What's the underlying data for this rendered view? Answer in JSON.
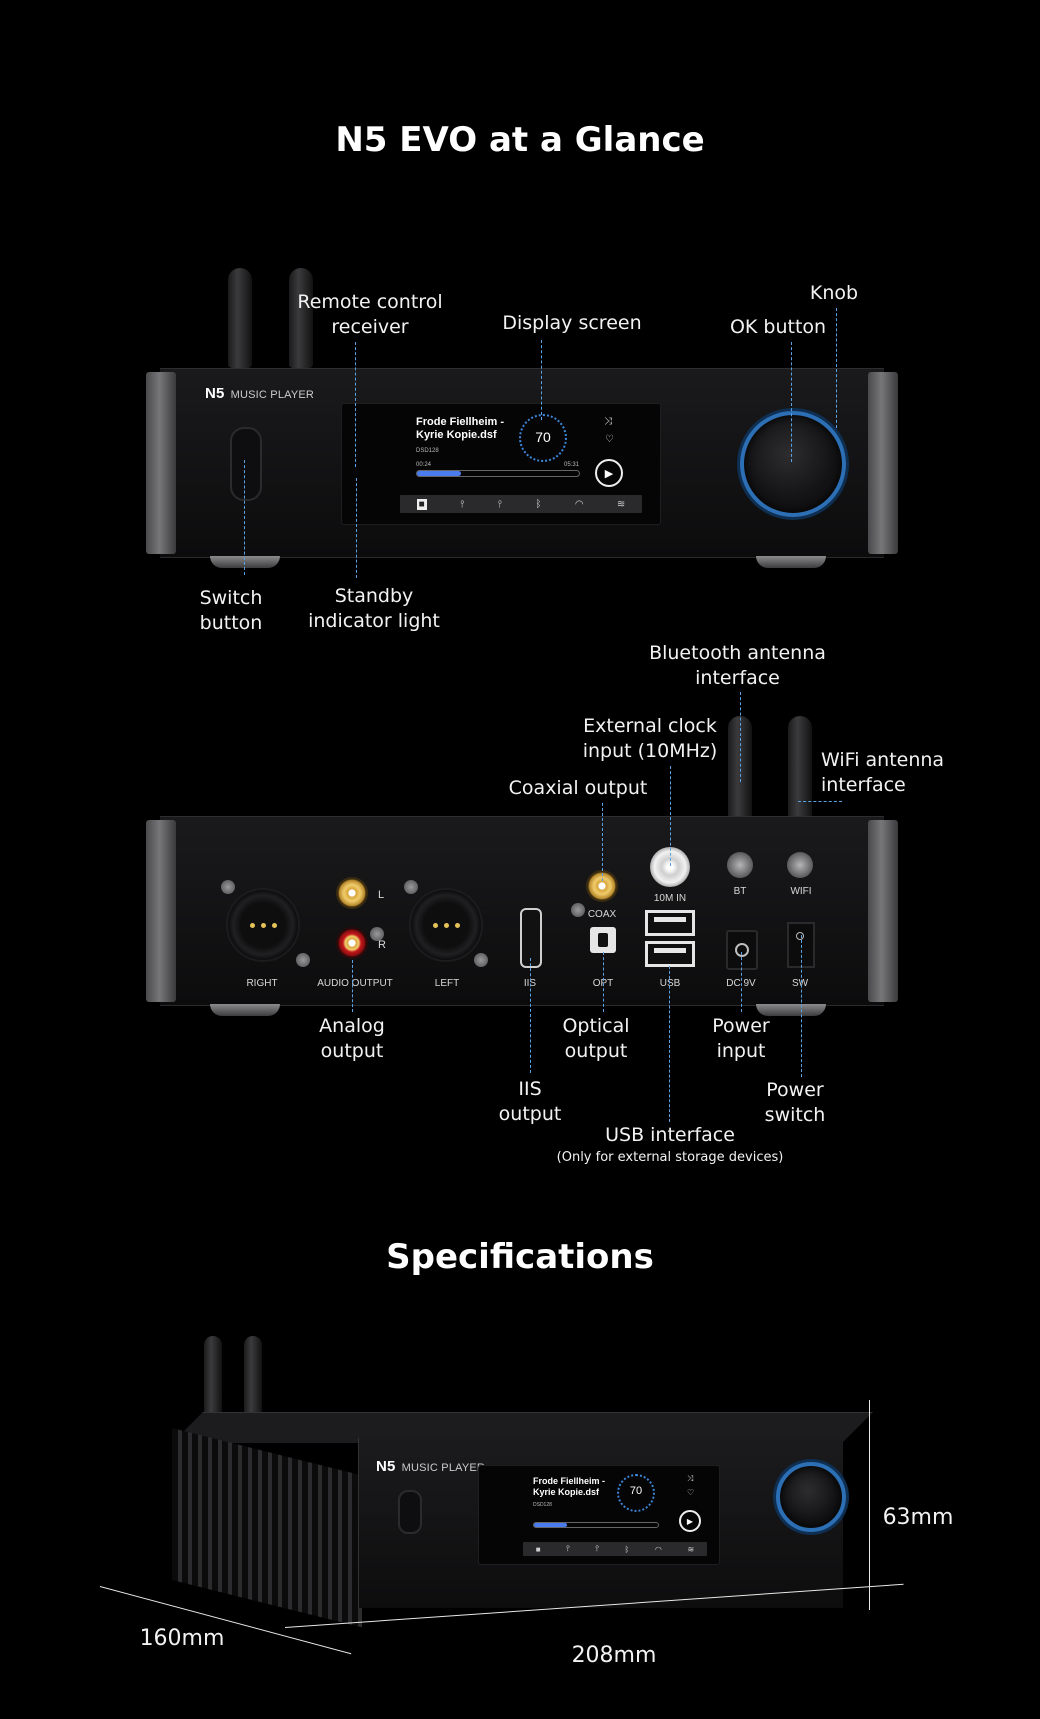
{
  "sections": {
    "glance_title": "N5 EVO at a Glance",
    "specs_title": "Specifications"
  },
  "device": {
    "model": "N5",
    "subtitle": "MUSIC PLAYER"
  },
  "screen": {
    "track_line1": "Frode Fiellheim -",
    "track_line2": "Kyrie Kopie.dsf",
    "format": "DSD128",
    "volume": "70",
    "time_elapsed": "00:24",
    "time_total": "05:31",
    "progress": 0.27
  },
  "front_labels": {
    "remote_line1": "Remote control",
    "remote_line2": "receiver",
    "display": "Display screen",
    "knob": "Knob",
    "ok": "OK button",
    "switch_line1": "Switch",
    "switch_line2": "button",
    "standby_line1": "Standby",
    "standby_line2": "indicator light"
  },
  "rear_ports": {
    "right": "RIGHT",
    "audio_output": "AUDIO OUTPUT",
    "left": "LEFT",
    "l": "L",
    "r": "R",
    "iis": "IIS",
    "coax": "COAX",
    "opt": "OPT",
    "usb": "USB",
    "ten_m_in": "10M IN",
    "dc": "DC 9V",
    "sw": "SW",
    "bt": "BT",
    "wifi": "WIFI"
  },
  "rear_labels": {
    "bt_line1": "Bluetooth antenna",
    "bt_line2": "interface",
    "clock_line1": "External clock",
    "clock_line2": "input (10MHz)",
    "wifi_line1": "WiFi antenna",
    "wifi_line2": "interface",
    "coaxial": "Coaxial output",
    "analog_line1": "Analog",
    "analog_line2": "output",
    "optical_line1": "Optical",
    "optical_line2": "output",
    "power_in_line1": "Power",
    "power_in_line2": "input",
    "iis_line1": "IIS",
    "iis_line2": "output",
    "power_sw_line1": "Power",
    "power_sw_line2": "switch",
    "usb_interface": "USB interface",
    "usb_note": "(Only for external storage devices)"
  },
  "dimensions": {
    "height": "63mm",
    "depth": "160mm",
    "width": "208mm"
  },
  "colors": {
    "accent_blue": "#2c6fb5",
    "leader_line": "#5aa2e6",
    "progress": "#4a7cf0"
  }
}
